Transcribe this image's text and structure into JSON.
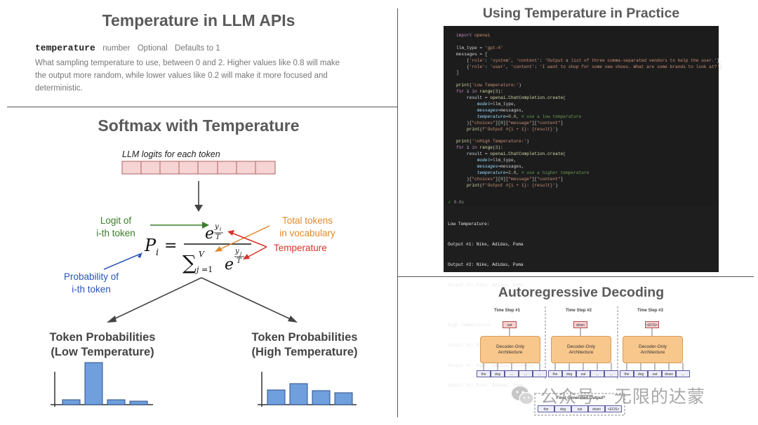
{
  "top_left": {
    "title": "Temperature in LLM APIs",
    "param_name": "temperature",
    "param_type": "number",
    "param_optional": "Optional",
    "param_default": "Defaults to 1",
    "desc_line1": "What sampling temperature to use, between 0 and 2. Higher values like 0.8 will make",
    "desc_line2": "the output more random, while lower values like 0.2 will make it more focused and",
    "desc_line3": "deterministic."
  },
  "softmax": {
    "title": "Softmax with Temperature",
    "logits_label": "LLM logits for each token",
    "logit_i_1": "Logit of",
    "logit_i_2": "i-th token",
    "total_1": "Total tokens",
    "total_2": "in vocabulary",
    "temp_label": "Temperature",
    "prob_1": "Probability of",
    "prob_2": "i-th token",
    "low_1": "Token Probabilities",
    "low_2": "(Low Temperature)",
    "high_1": "Token Probabilities",
    "high_2": "(High Temperature)",
    "colors": {
      "green": "#3a7d2a",
      "orange": "#e08a2e",
      "red": "#d9322a",
      "blue": "#2a54b8",
      "bar": "#6f9fdc"
    }
  },
  "practice": {
    "title": "Using Temperature in Practice",
    "exec_time": "0.0s",
    "output_lines": [
      "Low Temperature:",
      "Output #1: Nike, Adidas, Puma",
      "Output #2: Nike, Adidas, Puma",
      "Output #3: Nike, Adidas, Puma",
      "",
      "High Temperature:",
      "Output #1: Nike, Adidas, Reebok",
      "Output #2: Nike, Adidas, Converse",
      "Output #3: Nike, Adidas, Puma"
    ]
  },
  "decoding": {
    "title": "Autoregressive Decoding",
    "steps": [
      {
        "label": "Time Step #1",
        "out": "sat",
        "tokens": [
          "the",
          "dog",
          "...",
          "...",
          "..."
        ]
      },
      {
        "label": "Time Step #2",
        "out": "down",
        "tokens": [
          "the",
          "dog",
          "sat",
          "...",
          "..."
        ]
      },
      {
        "label": "Time Step #3",
        "out": "<EOS>",
        "tokens": [
          "the",
          "dog",
          "sat",
          "down",
          "..."
        ]
      }
    ],
    "block_label_1": "Decoder-Only",
    "block_label_2": "Architecture",
    "final_label": "Final Generated Output",
    "final_tokens": [
      "the",
      "dog",
      "sat",
      "down",
      "<EOS>"
    ]
  },
  "watermark": "公众号 · 无限的达蒙"
}
